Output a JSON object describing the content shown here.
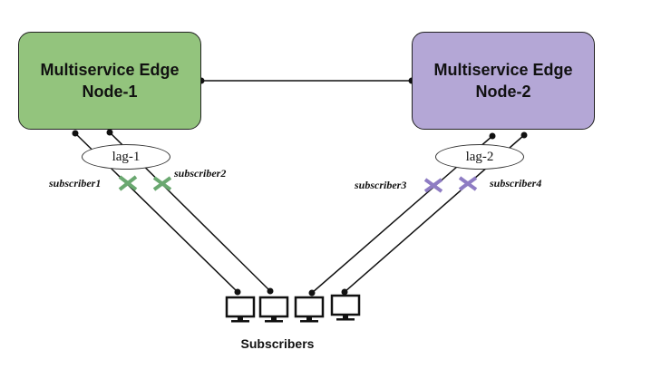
{
  "nodes": [
    {
      "id": "node-1",
      "line1": "Multiservice Edge",
      "line2": "Node-1",
      "color": "#93c47d"
    },
    {
      "id": "node-2",
      "line1": "Multiservice Edge",
      "line2": "Node-2",
      "color": "#b4a7d6"
    }
  ],
  "lags": [
    {
      "label": "lag-1"
    },
    {
      "label": "lag-2"
    }
  ],
  "subscribers": [
    {
      "label": "subscriber1",
      "lag": "lag-1",
      "marker_color": "#6aa870"
    },
    {
      "label": "subscriber2",
      "lag": "lag-1",
      "marker_color": "#6aa870"
    },
    {
      "label": "subscriber3",
      "lag": "lag-2",
      "marker_color": "#8e7cc3"
    },
    {
      "label": "subscriber4",
      "lag": "lag-2",
      "marker_color": "#8e7cc3"
    }
  ],
  "subscribers_caption": "Subscribers",
  "colors": {
    "line": "#111111",
    "monitor": "#111111"
  }
}
